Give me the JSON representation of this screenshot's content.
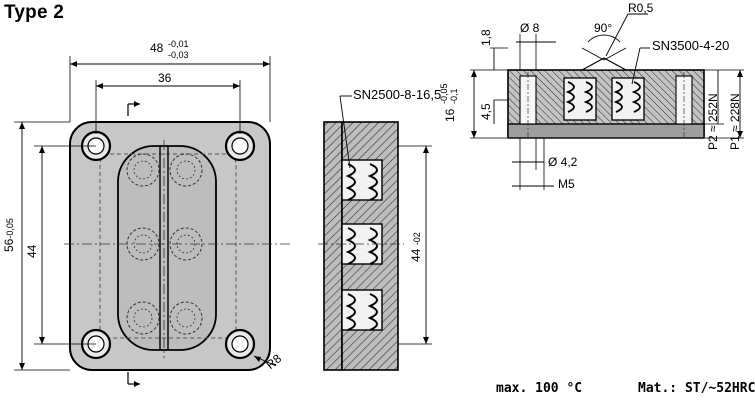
{
  "title": "Type 2",
  "front_view": {
    "width_dim": "48",
    "width_tol_upper": "-0,01",
    "width_tol_lower": "-0,03",
    "hole_spacing": "36",
    "height_dim": "56",
    "height_tol": "-0,05",
    "vertical_hole_spacing": "44",
    "corner_radius": "R8"
  },
  "side_view": {
    "spring_label": "SN2500-8-16,5",
    "height_dim": "44",
    "height_tol": "-02"
  },
  "detail_view": {
    "d1": "1,8",
    "d2": "Ø 8",
    "angle": "90°",
    "radius": "R0,5",
    "spring_label": "SN3500-4-20",
    "dim_16": "16",
    "dim_16_tol_upper": "-0,05",
    "dim_16_tol_lower": "-0,1",
    "dim_45": "4,5",
    "bore": "Ø 4,2",
    "thread": "M5",
    "force_p2": "P2 ≈ 252N",
    "force_p1": "P1 ≈ 228N"
  },
  "footer": {
    "temperature": "max. 100 °C",
    "material": "Mat.: ST/~52HRC"
  }
}
